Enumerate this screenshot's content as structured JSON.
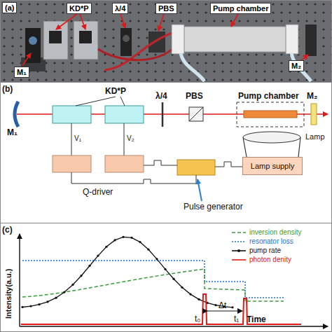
{
  "diagram": {
    "nodes": [
      {
        "text": [
          "Lamp"
        ]
      },
      {
        "text": [
          "Lamp supply"
        ]
      }
    ],
    "edges": [
      {
        "from": 0,
        "to": 1,
        "arrow": "none"
      }
    ],
    "labels": [
      "(a)",
      "KD*P",
      "λ/4",
      "PBS",
      "Pump chamber",
      "M₁",
      "M₂",
      "(b)",
      "KD*P",
      "V₁",
      "V₂",
      "λ/4",
      "PBS",
      "Pump chamber",
      "M₁",
      "M₂",
      "Q-driver",
      "Pulse generator",
      "(c)",
      "Intensity(a.u.)",
      "Time",
      "t₀",
      "Δt",
      "t₁"
    ],
    "legend": [
      {
        "text": "inversion density"
      },
      {
        "text": "resonator loss"
      },
      {
        "text": "pump rate"
      },
      {
        "text": "photon denity"
      }
    ]
  }
}
